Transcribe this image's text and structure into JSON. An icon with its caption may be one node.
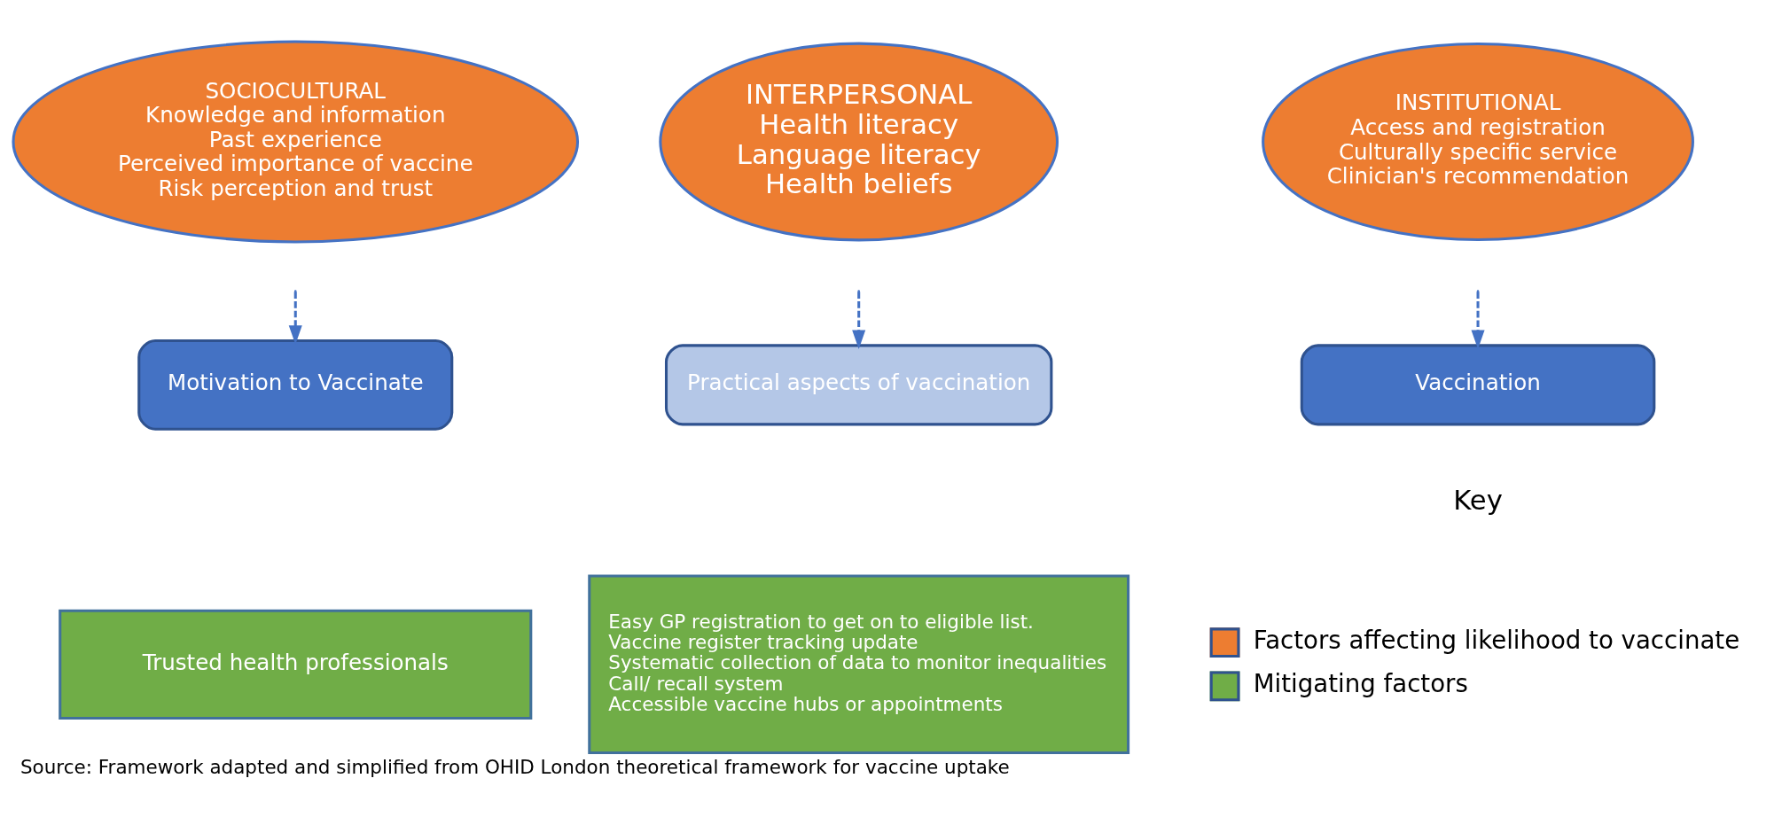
{
  "diagram": {
    "caption": "Source: Framework adapted and simplified from OHID London theoretical framework for vaccine uptake",
    "nodes": [
      {
        "text": [
          "SOCIOCULTURAL",
          "Knowledge and information",
          "Past experience",
          "Perceived importance of vaccine",
          "Risk perception and trust"
        ]
      },
      {
        "text": [
          "INTERPERSONAL",
          "Health literacy",
          "Language literacy",
          "Health beliefs"
        ]
      },
      {
        "text": [
          "INSTITUTIONAL",
          "Access and registration",
          "Culturally specific service",
          "Clinician's recommendation"
        ]
      },
      {
        "text": [
          "Motivation to Vaccinate"
        ]
      },
      {
        "text": [
          "Practical aspects of vaccination"
        ]
      },
      {
        "text": [
          "Vaccination"
        ]
      },
      {
        "text": [
          "Trusted health professionals"
        ]
      },
      {
        "text": [
          "Easy GP registration to get on to eligible list.",
          "Vaccine register tracking update",
          "Systematic collection of data to monitor inequalities",
          "Call/ recall system",
          "Accessible vaccine hubs or appointments"
        ]
      }
    ],
    "edges": [
      {
        "from": null,
        "to": 3,
        "arrow": "to",
        "style": "dashed"
      },
      {
        "from": null,
        "to": 4,
        "arrow": "to",
        "style": "dashed"
      },
      {
        "from": null,
        "to": 5,
        "arrow": "to",
        "style": "dashed"
      }
    ],
    "labels": [
      "Key"
    ],
    "legend": [
      {
        "text": "Factors affecting likelihood to vaccinate",
        "color": "#ed7d31"
      },
      {
        "text": "Mitigating factors",
        "color": "#70ad47"
      }
    ]
  }
}
